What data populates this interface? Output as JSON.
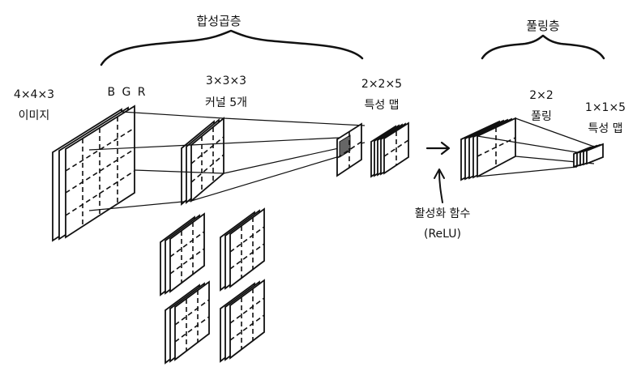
{
  "labels": {
    "conv_layer": "합성곱층",
    "pooling_layer": "풀링층",
    "input_size": "4×4×3",
    "input_name": "이미지",
    "channels": "B G R",
    "kernel_size": "3×3×3",
    "kernel_name": "커널 5개",
    "feature_map_size": "2×2×5",
    "feature_map_name": "특성 맵",
    "pool_size": "2×2",
    "pool_name": "풀링",
    "output_size": "1×1×5",
    "output_name": "특성 맵",
    "activation": "활성화 함수",
    "activation_detail": "(ReLU)"
  },
  "colors": {
    "ink": "#111111",
    "paper": "#ffffff"
  }
}
